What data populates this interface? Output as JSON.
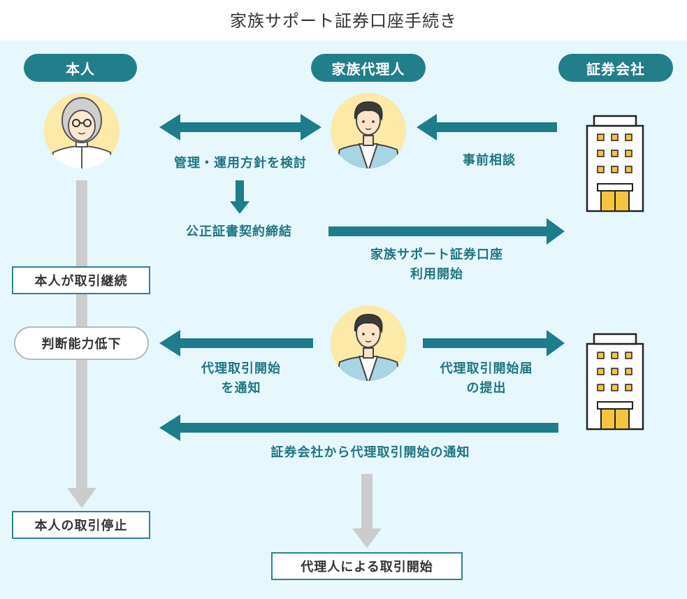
{
  "title": "家族サポート証券口座手続き",
  "actors": {
    "principal": "本人",
    "agent": "家族代理人",
    "company": "証券会社"
  },
  "steps": {
    "policy_review": "管理・運用方針を検討",
    "prior_consult": "事前相談",
    "notary_contract": "公正証書契約締結",
    "account_open_1": "家族サポート証券口座",
    "account_open_2": "利用開始",
    "principal_continue": "本人が取引継続",
    "capacity_decline": "判断能力低下",
    "notify_start_1": "代理取引開始",
    "notify_start_2": "を通知",
    "submit_notice_1": "代理取引開始届",
    "submit_notice_2": "の提出",
    "company_notice": "証券会社から代理取引開始の通知",
    "principal_stop": "本人の取引停止",
    "agent_start": "代理人による取引開始"
  },
  "icons": {
    "principal": "elderly-person-icon",
    "agent": "young-man-icon",
    "company": "office-building-icon"
  },
  "colors": {
    "accent": "#237e8c",
    "arrow_teal": "#1f7c8c",
    "arrow_gray": "#cccccc",
    "panel_bg": "#e6f8fd",
    "avatar_bg": "#fde9a8"
  }
}
